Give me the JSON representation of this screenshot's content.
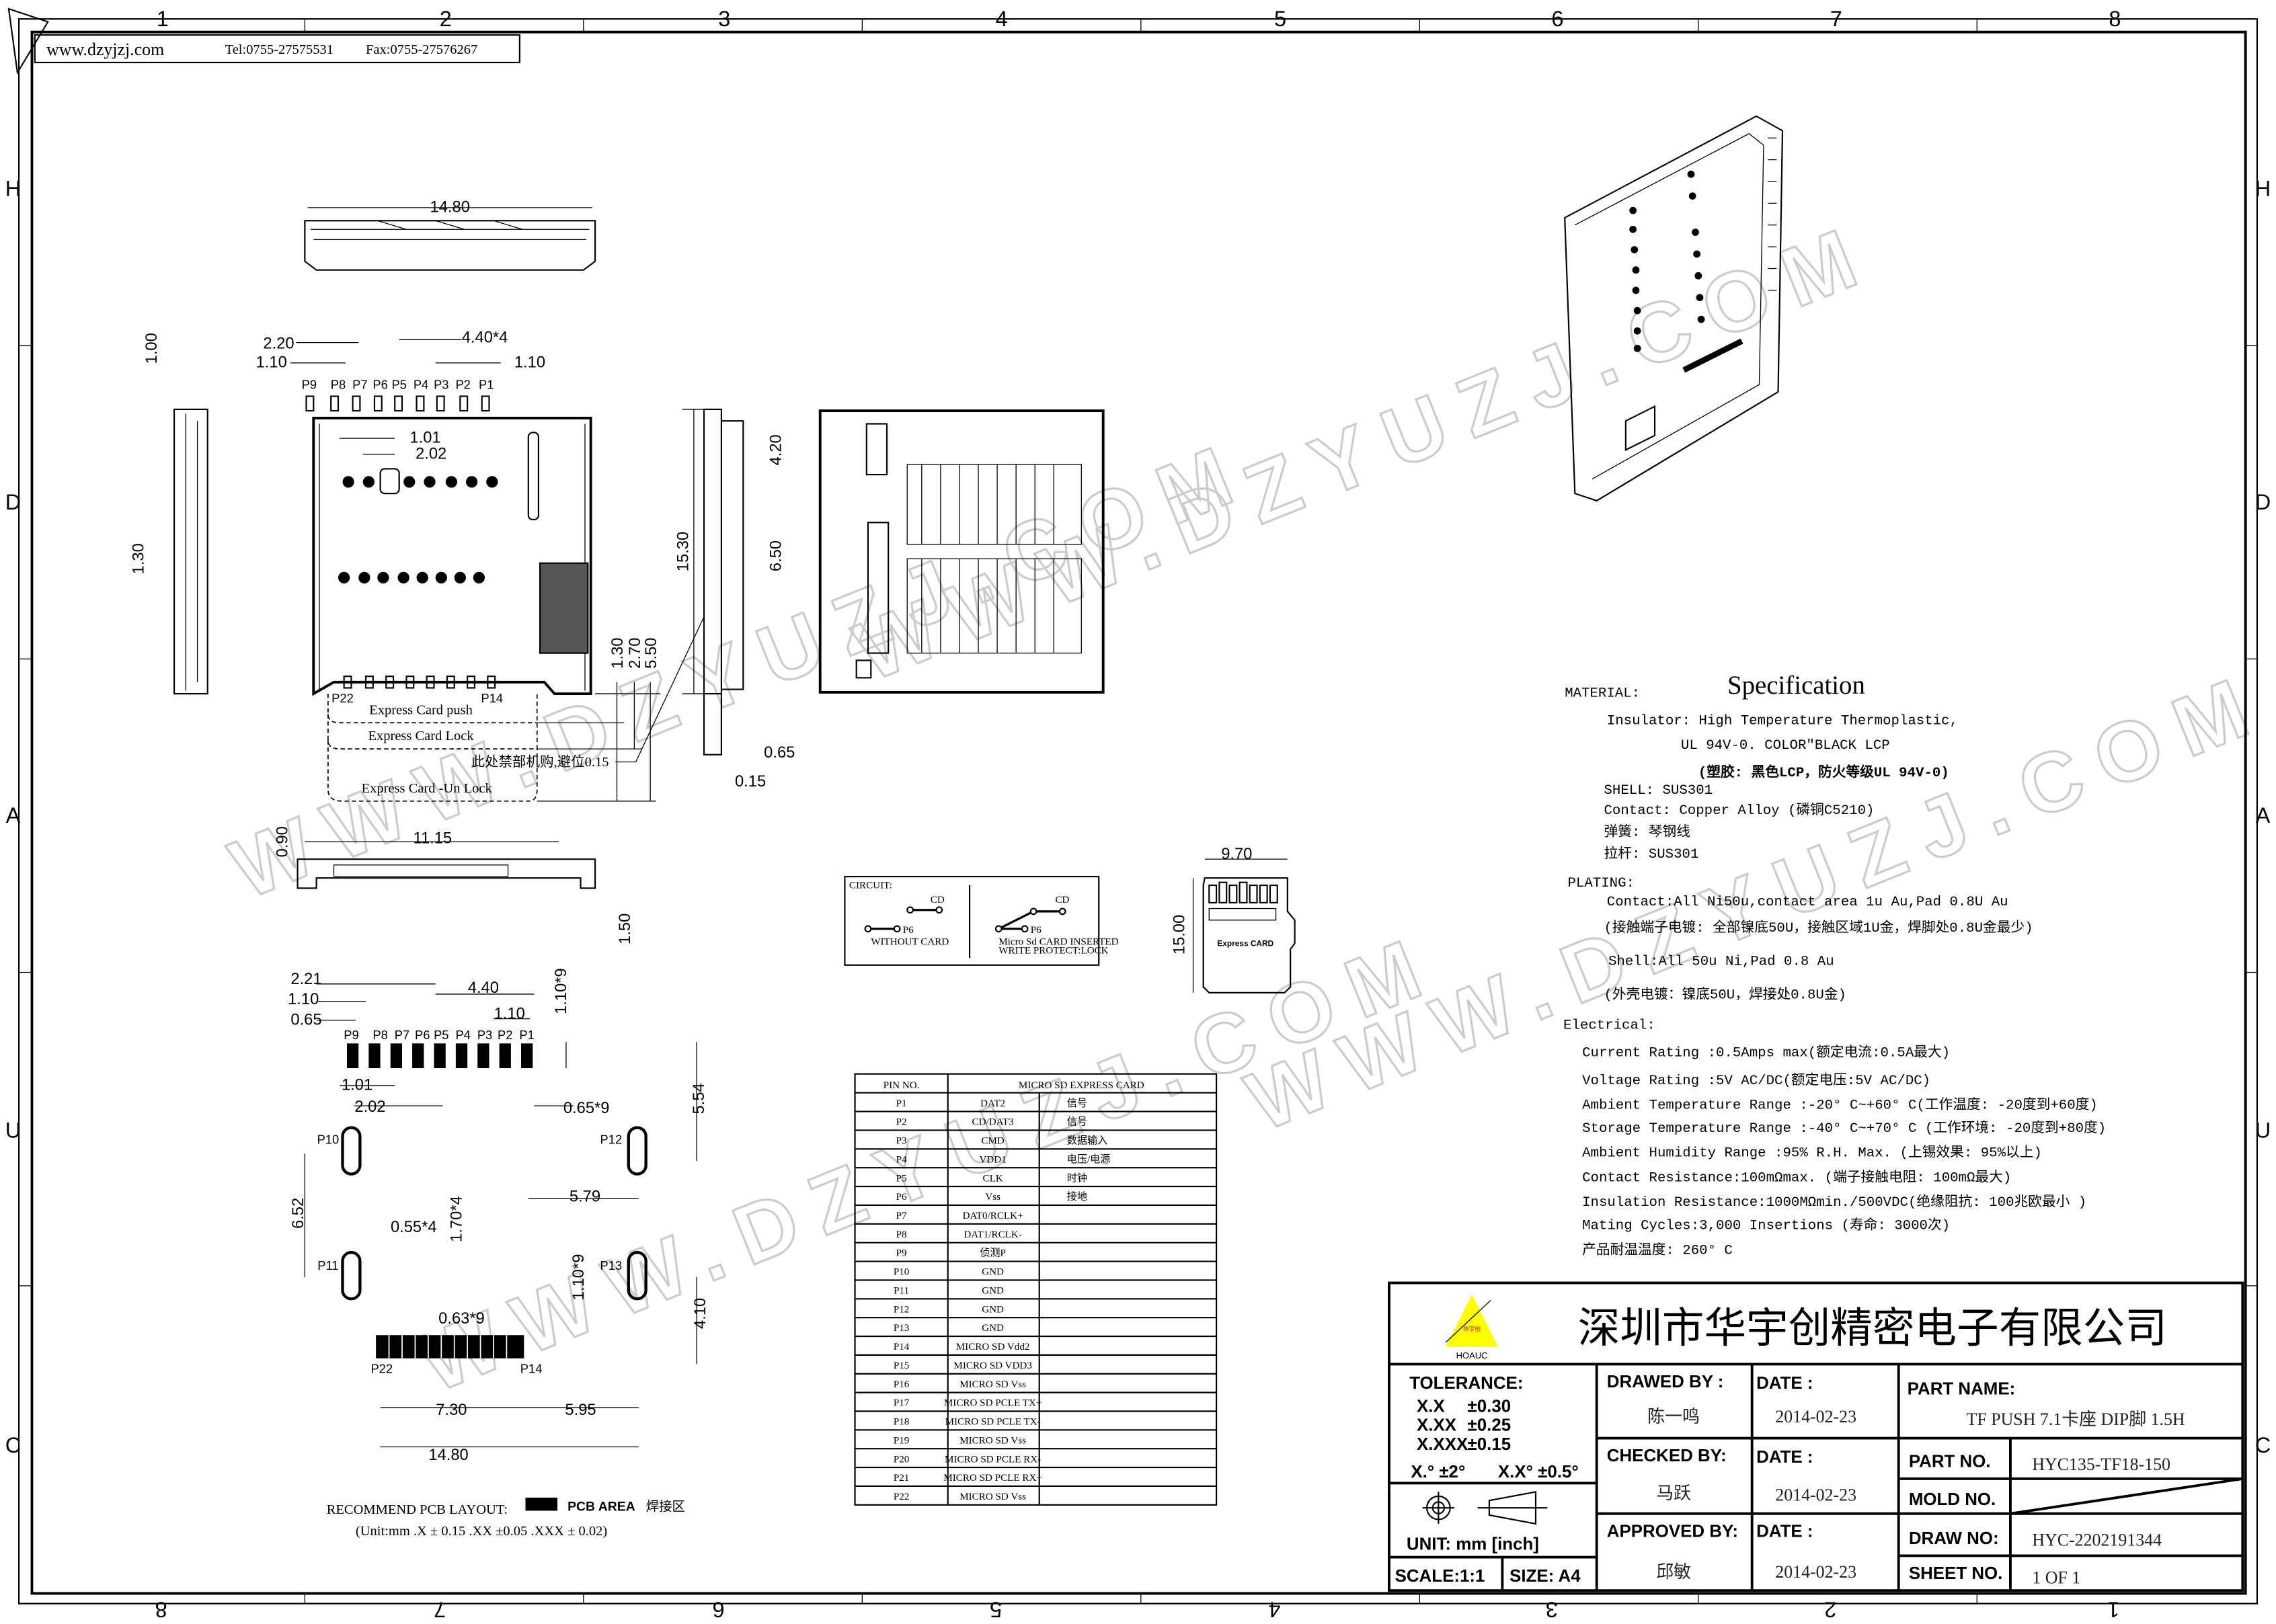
{
  "header": {
    "website": "www.dzyjzj.com",
    "tel": "Tel:0755-27575531",
    "fax": "Fax:0755-27576267"
  },
  "frame": {
    "top_zones": [
      "1",
      "2",
      "3",
      "4",
      "5",
      "6",
      "7",
      "8"
    ],
    "bottom_zones": [
      "8",
      "7",
      "6",
      "5",
      "4",
      "3",
      "2",
      "1"
    ],
    "side_zones": [
      "H",
      "D",
      "A",
      "U",
      "C"
    ]
  },
  "watermark": "WWW.DZYUZJ.COM",
  "drawing": {
    "front_width": "14.80",
    "top_view": {
      "dims": [
        "2.20",
        "1.10",
        "4.40*4",
        "1.10",
        "1.00",
        "1.01",
        "2.02",
        "1.30",
        "1.30",
        "2.70",
        "5.50",
        "P22",
        "P14"
      ],
      "pins": [
        "P9",
        "P8",
        "P7",
        "P6",
        "P5",
        "P4",
        "P3",
        "P2",
        "P1"
      ],
      "card_states": [
        "Express Card push",
        "Express Card Lock",
        "Express Card -Un Lock"
      ],
      "note": "此处禁部机购,避位0.15"
    },
    "side_view": {
      "dims": [
        "15.30",
        "4.20",
        "6.50",
        "0.65",
        "0.15"
      ]
    },
    "bottom_side": {
      "dims": [
        "0.90",
        "11.15",
        "1.50"
      ]
    },
    "card": {
      "width": "9.70",
      "height": "15.00",
      "label": "Express CARD"
    },
    "circuit": {
      "title": "CIRCUIT:",
      "cd": "CD",
      "p6": "P6",
      "without": "WITHOUT  CARD",
      "inserted": "Micro Sd CARD INSERTED",
      "write_protect": "WRITE PROTECT:LOCK"
    },
    "pcb": {
      "dims": [
        "2.21",
        "1.10",
        "0.65",
        "4.40",
        "1.10",
        "1.10*9",
        "1.01",
        "2.02",
        "0.65*9",
        "5.54",
        "5.79",
        "6.52",
        "0.55*4",
        "1.70*4",
        "1.10*9",
        "0.63*9",
        "4.10",
        "7.30",
        "5.95",
        "14.80"
      ],
      "pins": [
        "P9",
        "P8",
        "P7",
        "P6",
        "P5",
        "P4",
        "P3",
        "P2",
        "P1"
      ],
      "pads": [
        "P10",
        "P12",
        "P11",
        "P13",
        "P22",
        "P14"
      ],
      "recommend": "RECOMMEND PCB LAYOUT:",
      "legend": "PCB AREA",
      "legend_cn": "焊接区",
      "units": "(Unit:mm  .X ± 0.15   .XX ±0.05 .XXX ± 0.02)"
    }
  },
  "pin_table": {
    "headers": [
      "PIN NO.",
      "MICRO SD EXPRESS CARD"
    ],
    "rows": [
      [
        "P1",
        "DAT2",
        "信号"
      ],
      [
        "P2",
        "CD/DAT3",
        "信号"
      ],
      [
        "P3",
        "CMD",
        "数据输入"
      ],
      [
        "P4",
        "VDD1",
        "电压/电源"
      ],
      [
        "P5",
        "CLK",
        "时钟"
      ],
      [
        "P6",
        "Vss",
        "接地"
      ],
      [
        "P7",
        "DAT0/RCLK+",
        ""
      ],
      [
        "P8",
        "DAT1/RCLK-",
        ""
      ],
      [
        "P9",
        "侦测P",
        ""
      ],
      [
        "P10",
        "GND",
        ""
      ],
      [
        "P11",
        "GND",
        ""
      ],
      [
        "P12",
        "GND",
        ""
      ],
      [
        "P13",
        "GND",
        ""
      ],
      [
        "P14",
        "MICRO SD Vdd2",
        ""
      ],
      [
        "P15",
        "MICRO SD VDD3",
        ""
      ],
      [
        "P16",
        "MICRO SD Vss",
        ""
      ],
      [
        "P17",
        "MICRO SD PCLE TX+",
        ""
      ],
      [
        "P18",
        "MICRO SD PCLE TX-",
        ""
      ],
      [
        "P19",
        "MICRO SD Vss",
        ""
      ],
      [
        "P20",
        "MICRO SD PCLE RX-",
        ""
      ],
      [
        "P21",
        "MICRO SD PCLE RX+",
        ""
      ],
      [
        "P22",
        "MICRO SD Vss",
        ""
      ]
    ]
  },
  "spec": {
    "material_label": "MATERIAL:",
    "title": "Specification",
    "lines": [
      "Insulator: High Temperature Thermoplastic,",
      "UL 94V-0. COLOR\"BLACK LCP",
      "(塑胶: 黑色LCP，防火等级UL 94V-0)",
      "SHELL: SUS301",
      "Contact: Copper Alloy (磷铜C5210)",
      "弹簧: 琴钢线",
      "拉杆: SUS301",
      "PLATING:",
      "Contact:All Ni50u,contact area 1u Au,Pad 0.8U Au",
      "(接触端子电镀: 全部镍底50U，接触区域1U金，焊脚处0.8U金最少)",
      "Shell:All 50u Ni,Pad 0.8 Au",
      "(外壳电镀：镍底50U，焊接处0.8U金)",
      "Electrical:",
      "Current Rating :0.5Amps max(额定电流:0.5A最大)",
      "Voltage Rating :5V AC/DC(额定电压:5V AC/DC)",
      "Ambient Temperature Range :-20° C~+60° C(工作温度: -20度到+60度)",
      "Storage Temperature Range :-40° C~+70° C (工作环境: -20度到+80度)",
      "Ambient Humidity Range :95% R.H. Max. (上锡效果: 95%以上)",
      "Contact Resistance:100mΩmax. (端子接触电阻: 100mΩ最大)",
      "Insulation Resistance:1000MΩmin./500VDC(绝缘阻抗: 100兆欧最小 )",
      "Mating Cycles:3,000 Insertions (寿命: 3000次)",
      "产品耐温温度: 260° C"
    ]
  },
  "title_block": {
    "company": "深圳市华宇创精密电子有限公司",
    "logo_text": "华宇创",
    "logo_brand": "HOAUC",
    "logo_color": "#ffff00",
    "tolerance_label": "TOLERANCE:",
    "tolerances": [
      [
        "X.X",
        "±0.30"
      ],
      [
        "X.XX",
        "±0.25"
      ],
      [
        "X.XXX",
        "±0.15"
      ]
    ],
    "angle_tol": [
      "X.° ±2°",
      "X.X° ±0.5°"
    ],
    "unit": "UNIT:  mm  [inch]",
    "scale": "SCALE:1:1",
    "size": "SIZE:  A4",
    "drawed_by_label": "DRAWED BY :",
    "drawed_by": "陈一鸣",
    "checked_by_label": "CHECKED BY:",
    "checked_by": "马跃",
    "approved_by_label": "APPROVED BY:",
    "approved_by": "邱敏",
    "date_label": "DATE :",
    "dates": [
      "2014-02-23",
      "2014-02-23",
      "2014-02-23"
    ],
    "part_name_label": "PART NAME:",
    "part_name": "TF PUSH 7.1卡座 DIP脚 1.5H",
    "part_no_label": "PART NO.",
    "part_no": "HYC135-TF18-150",
    "mold_no_label": "MOLD NO.",
    "draw_no_label": "DRAW NO:",
    "draw_no": "HYC-2202191344",
    "sheet_no_label": "SHEET NO.",
    "sheet_no": "1 OF 1"
  }
}
